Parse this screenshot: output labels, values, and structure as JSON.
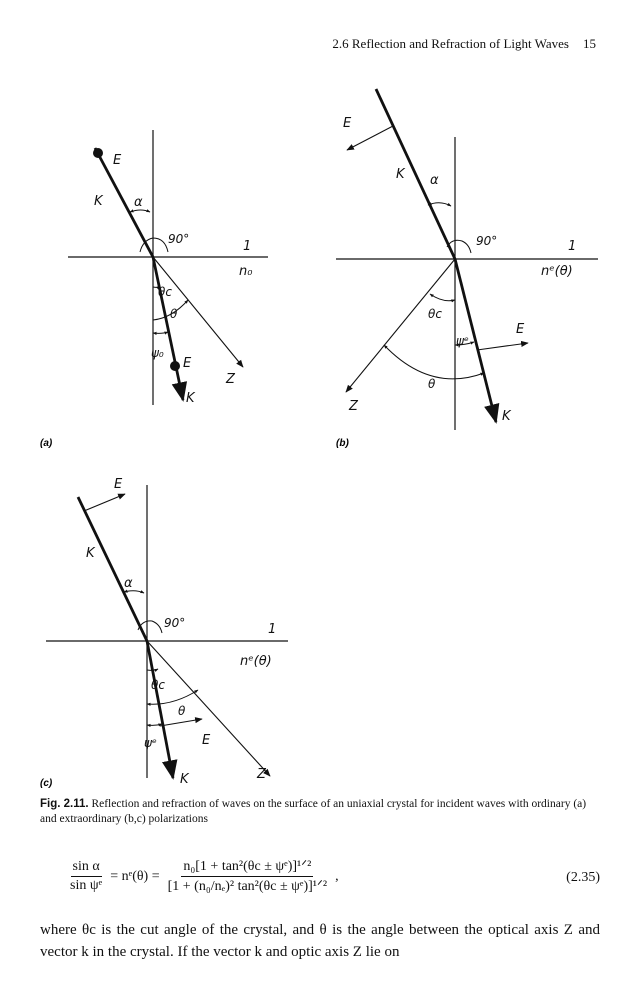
{
  "header": {
    "section_title": "2.6 Reflection and Refraction of Light Waves",
    "page_number": "15"
  },
  "figures": {
    "a": {
      "panel": "(a)",
      "E_top": "E",
      "K_top": "K",
      "alpha": "α",
      "angle90": "90°",
      "one": "1",
      "medium": "n₀",
      "theta_c": "θc",
      "theta": "θ",
      "psi": "ψ₀",
      "E_bottom": "E",
      "Z": "Z",
      "K_bottom": "K"
    },
    "b": {
      "panel": "(b)",
      "E_top": "E",
      "K_top": "K",
      "alpha": "α",
      "angle90": "90°",
      "one": "1",
      "medium": "nᵉ(θ)",
      "theta_c": "θc",
      "psi": "ψᵉ",
      "E_right": "E",
      "theta": "θ",
      "Z": "Z",
      "K_bottom": "K"
    },
    "c": {
      "panel": "(c)",
      "E_top": "E",
      "K_top": "K",
      "alpha": "α",
      "angle90": "90°",
      "one": "1",
      "medium": "nᵉ(θ)",
      "theta_c": "θc",
      "theta": "θ",
      "psi": "ψᵉ",
      "E_right": "E",
      "Z": "Z",
      "K_bottom": "K"
    }
  },
  "caption": {
    "label": "Fig. 2.11.",
    "text": "Reflection and refraction of waves on the surface of an uniaxial crystal for incident waves with ordinary (a) and extraordinary (b,c) polarizations"
  },
  "equation": {
    "lhs_num": "sin α",
    "lhs_den": "sin ψᵉ",
    "mid": "= nᵉ(θ) =",
    "rhs_num": "n₀[1 + tan²(θc ± ψᵉ)]¹ᐟ²",
    "rhs_den": "[1 + (n₀/nₑ)² tan²(θc ± ψᵉ)]¹ᐟ²",
    "comma": ",",
    "number": "(2.35)"
  },
  "body": {
    "text": "where θc is the cut angle of the crystal, and θ is the angle between the optical axis Z and vector k in the crystal. If the vector k and optic axis Z lie on"
  }
}
